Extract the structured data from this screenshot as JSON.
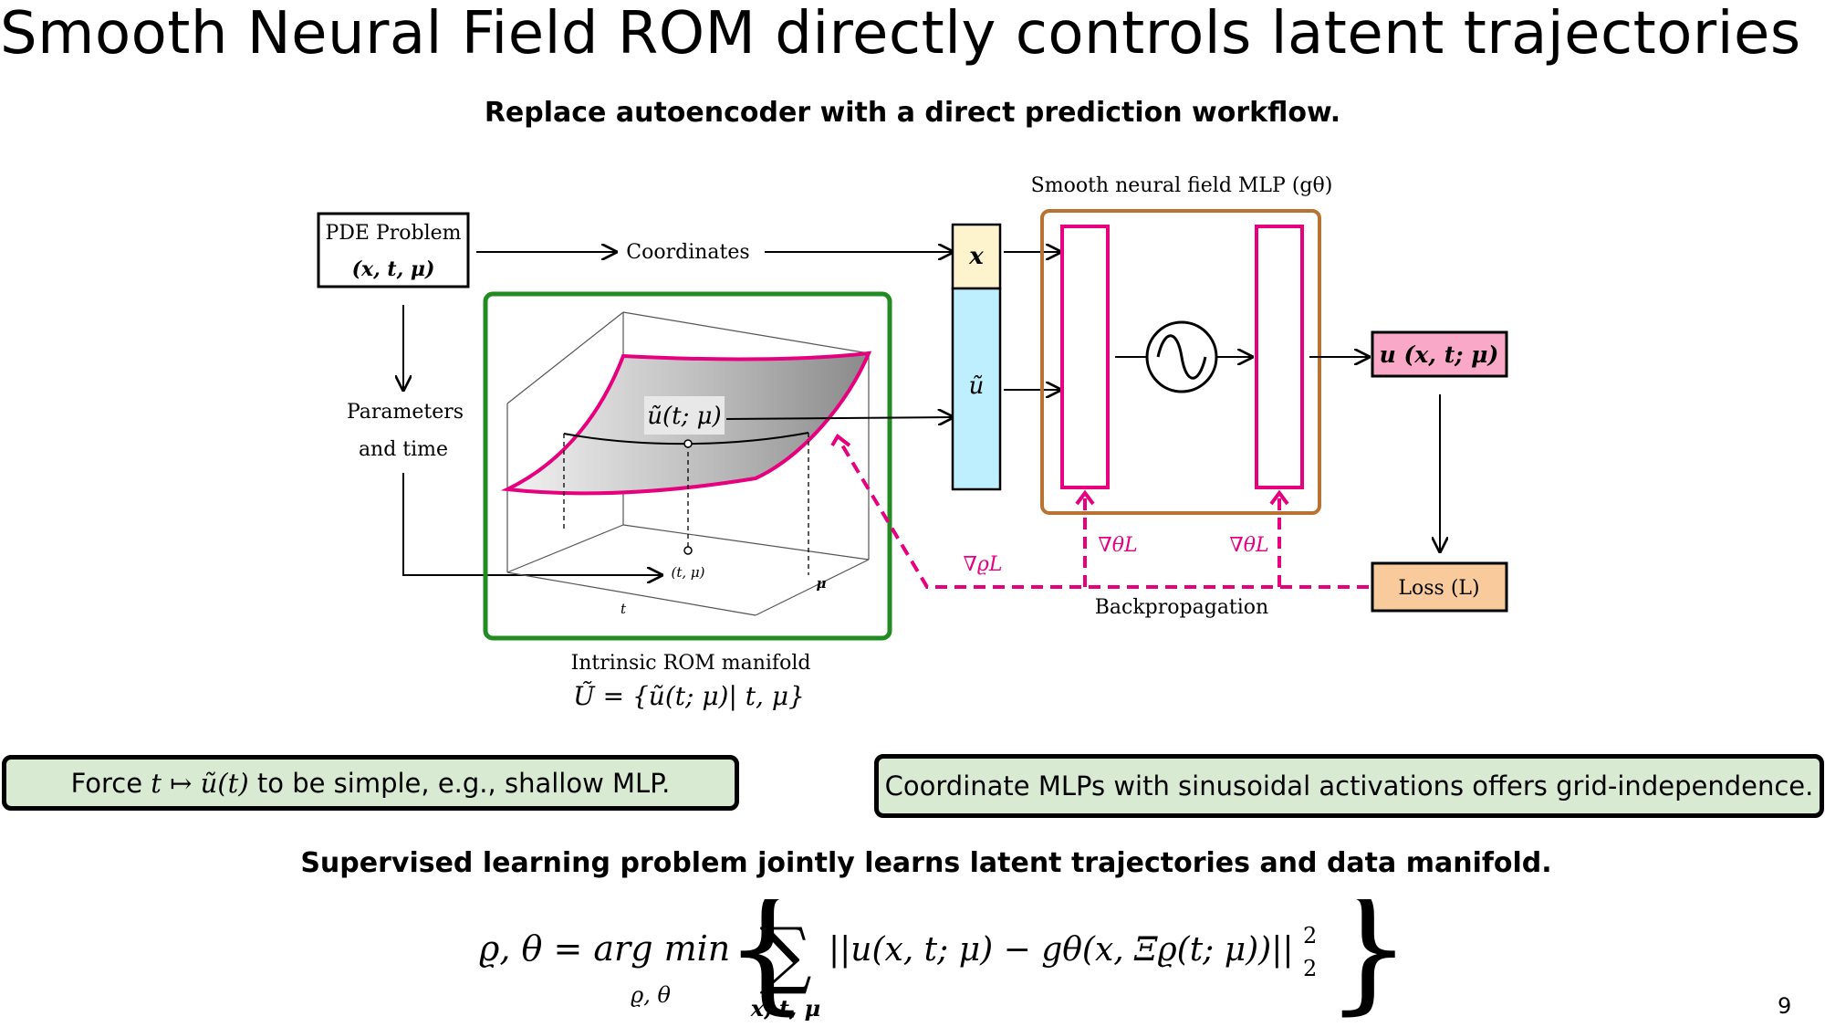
{
  "slide": {
    "title": "Smooth Neural Field ROM directly controls latent trajectories",
    "subtitle": "Replace autoencoder with a direct prediction workflow.",
    "page_number": "9"
  },
  "diagram": {
    "pde_problem_label": "PDE Problem",
    "pde_problem_args": "(x, t, μ)",
    "coordinates_label": "Coordinates",
    "parameters_label_line1": "Parameters",
    "parameters_label_line2": "and time",
    "manifold_point_label": "ũ(t; μ)",
    "axis_t_mu_label": "(t, μ)",
    "axis_t_label": "t",
    "axis_mu_label": "μ",
    "manifold_caption": "Intrinsic ROM manifold",
    "manifold_formula": "Ũ = {ũ(t; μ)| t, μ}",
    "input_x_label": "x",
    "input_u_label": "ũ",
    "mlp_title": "Smooth neural field MLP (gθ)",
    "output_label": "u (x, t; μ)",
    "loss_label": "Loss (L)",
    "grad_rho_label": "∇ϱL",
    "grad_theta_label_1": "∇θL",
    "grad_theta_label_2": "∇θL",
    "backprop_label": "Backpropagation",
    "colors": {
      "manifold_frame": "#228b22",
      "mlp_frame": "#b87333",
      "magenta": "#e6007e",
      "input_x_fill": "#fdf3cc",
      "input_u_fill": "#bdefff",
      "output_fill": "#f9a8c8",
      "loss_fill": "#f9cb9c"
    }
  },
  "callouts": {
    "left_prefix": "Force ",
    "left_math": "t ↦ ũ(t)",
    "left_suffix": " to be simple, e.g., shallow MLP.",
    "right": "Coordinate MLPs with sinusoidal activations offers grid-independence.",
    "background_color": "#d9ead3"
  },
  "supervised_heading": "Supervised learning problem jointly learns latent trajectories and data manifold.",
  "objective": {
    "lhs": "ϱ, θ = arg min",
    "under_min": "ϱ, θ",
    "sum_symbol": "∑",
    "under_sum": "x, t, μ",
    "body": "||u(x, t; μ) − gθ(x, Ξϱ(t; μ))||",
    "superscript": "2",
    "subscript": "2"
  }
}
